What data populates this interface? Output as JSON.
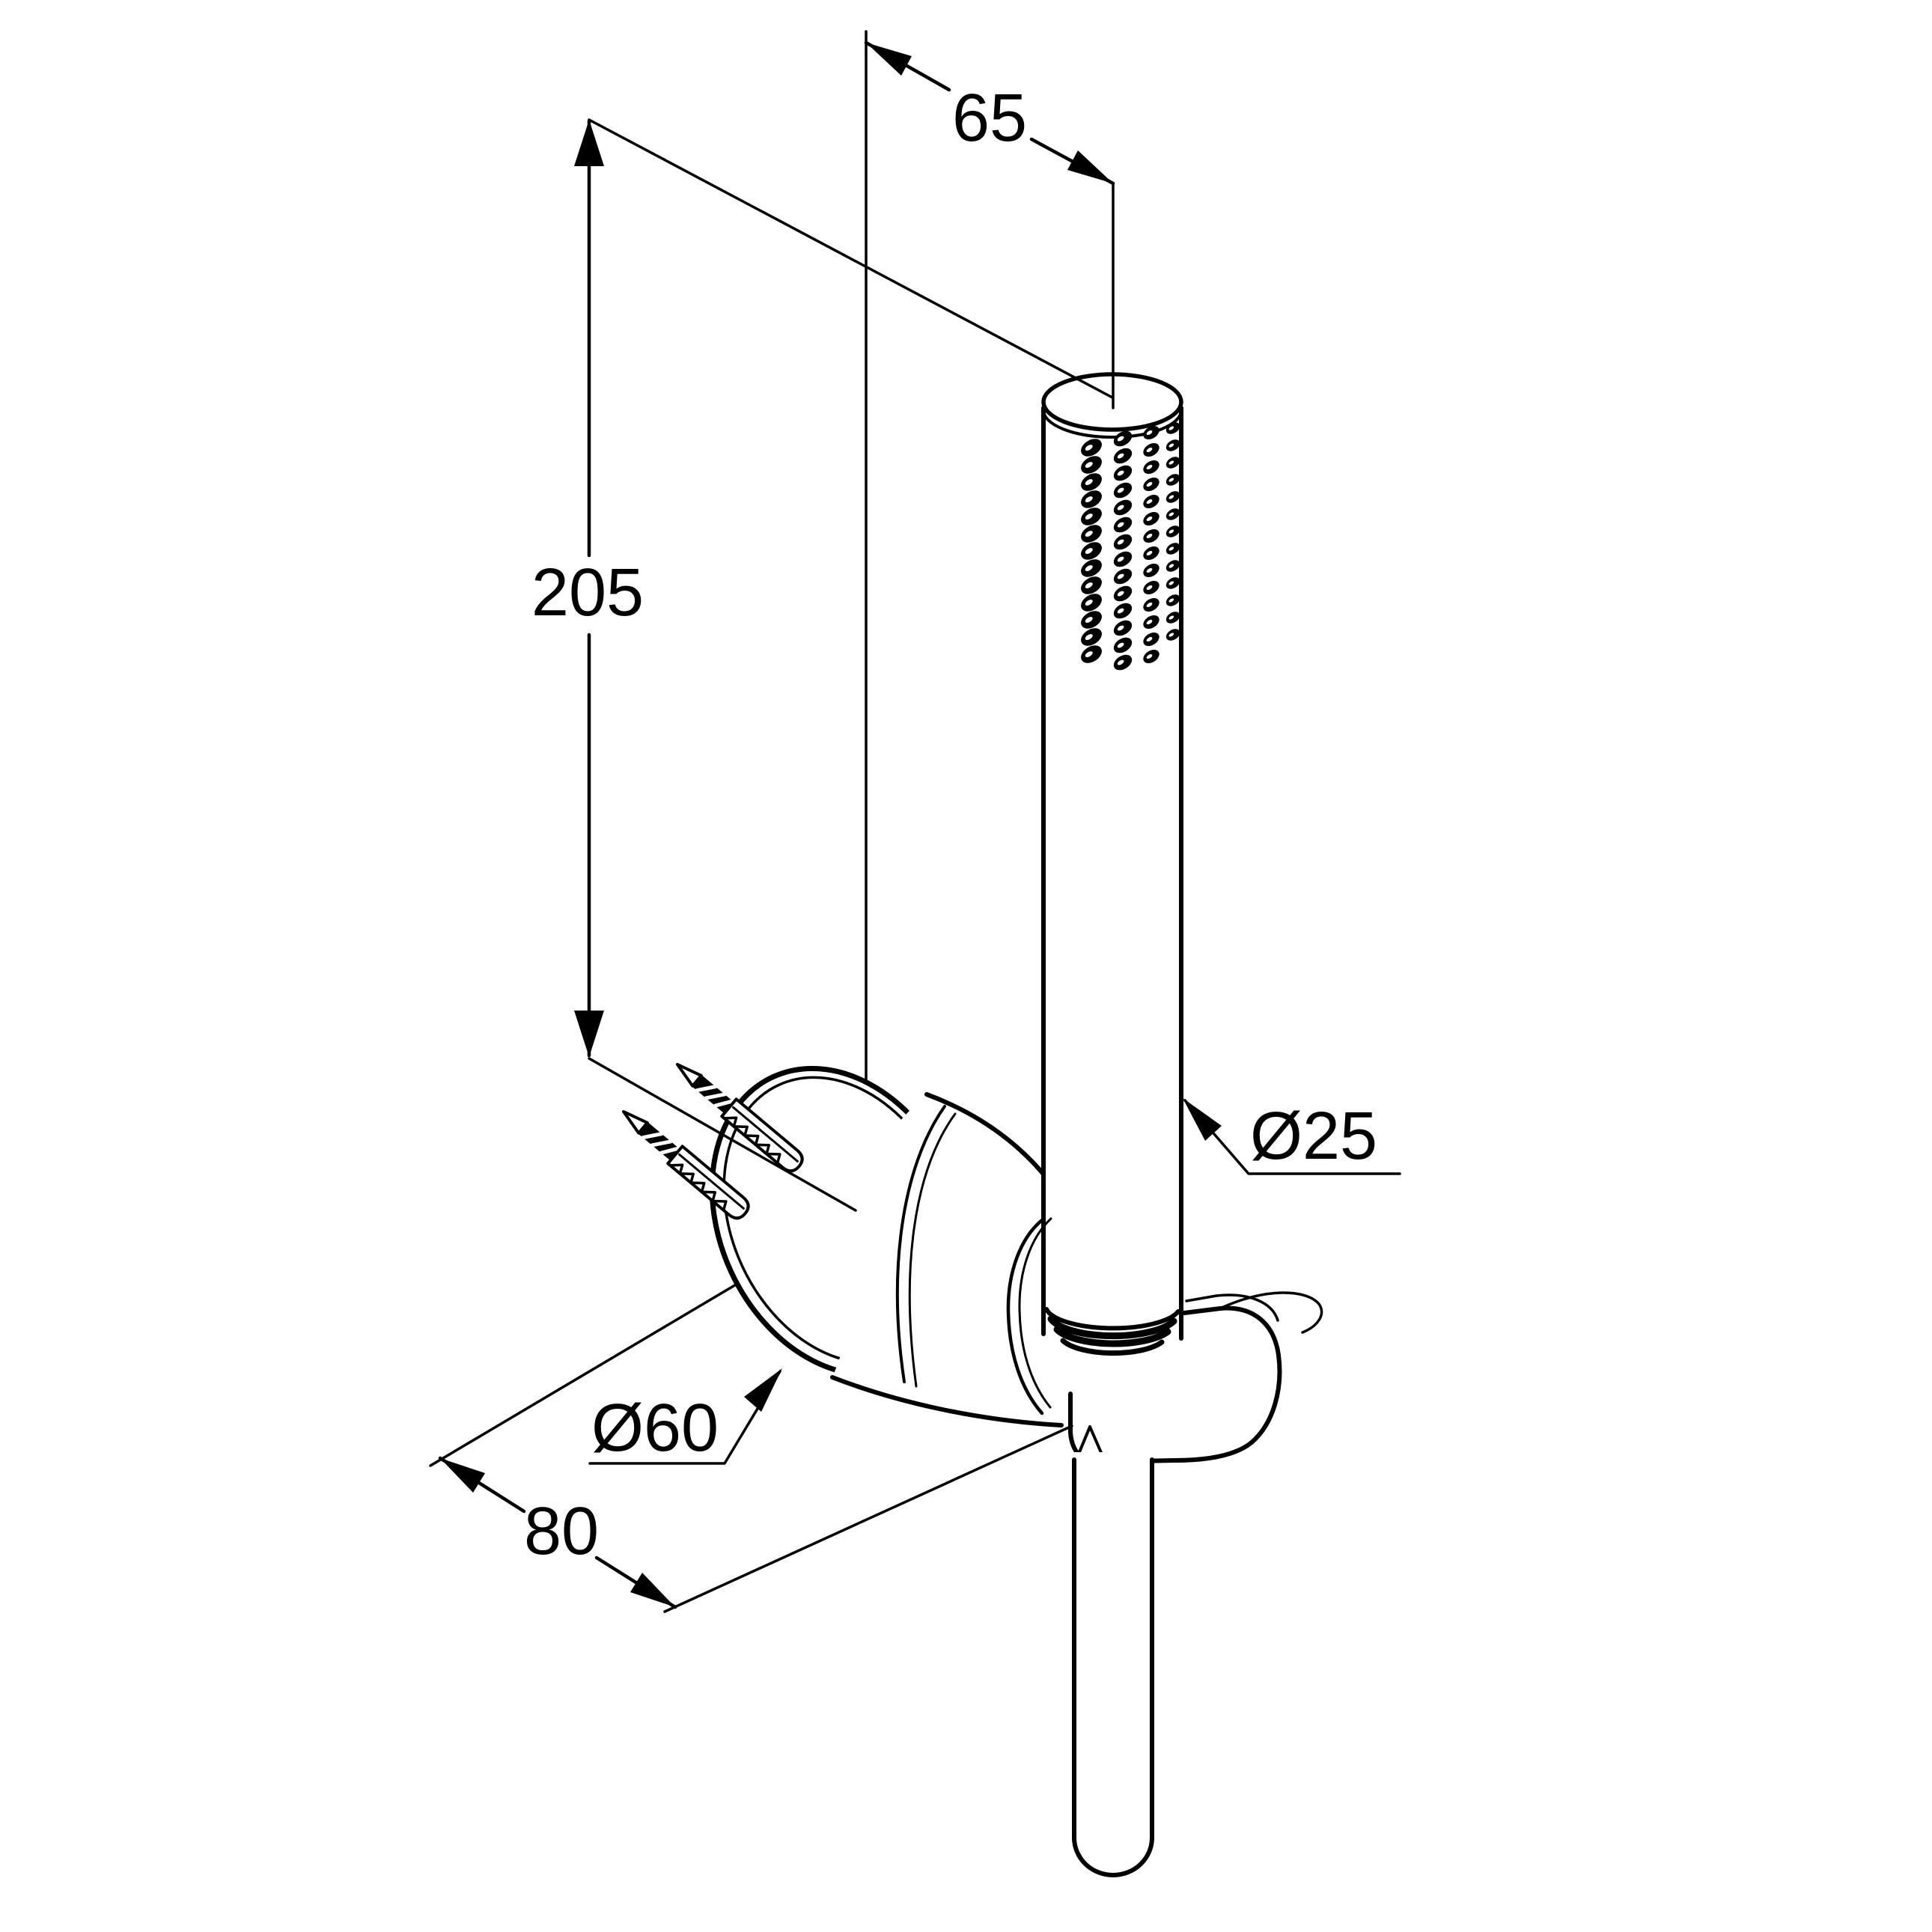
{
  "drawing": {
    "type": "technical-dimension-drawing",
    "subject": "hand shower set with wall holder",
    "colors": {
      "background": "#ffffff",
      "line": "#000000"
    },
    "labels": {
      "height": "205",
      "top_offset": "65",
      "handle_diameter": "Ø25",
      "plate_diameter": "Ø60",
      "depth": "80"
    }
  }
}
